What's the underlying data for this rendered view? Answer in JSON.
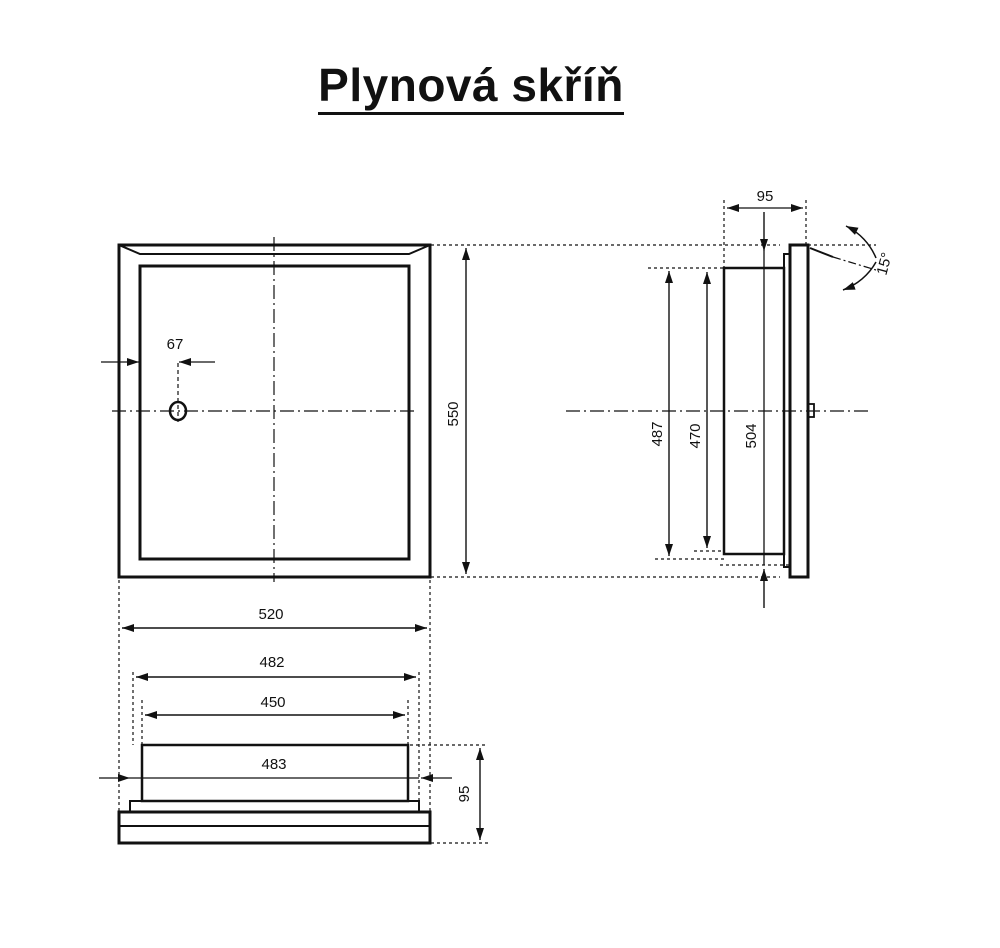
{
  "title": "Plynová skříň",
  "dims": {
    "d67": "67",
    "d550": "550",
    "d95_side": "95",
    "d15": "15°",
    "d487": "487",
    "d470": "470",
    "d504": "504",
    "d520": "520",
    "d482": "482",
    "d450": "450",
    "d483": "483",
    "d95_bottom": "95"
  },
  "colors": {
    "line": "#111111",
    "background": "#ffffff"
  }
}
